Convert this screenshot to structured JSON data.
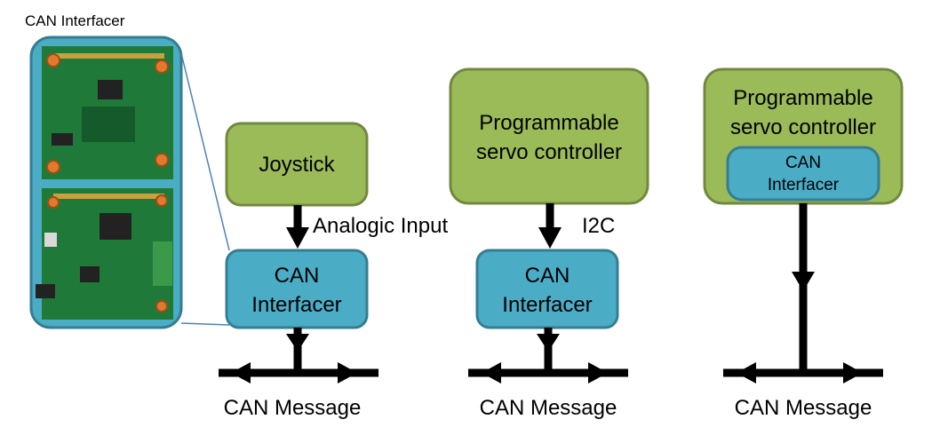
{
  "inset": {
    "caption": "CAN Interfacer"
  },
  "diagram_1": {
    "source_label": "Joystick",
    "link_label": "Analogic Input",
    "interfacer_line1": "CAN",
    "interfacer_line2": "Interfacer",
    "bus_label": "CAN Message"
  },
  "diagram_2": {
    "source_line1": "Programmable",
    "source_line2": "servo controller",
    "link_label": "I2C",
    "interfacer_line1": "CAN",
    "interfacer_line2": "Interfacer",
    "bus_label": "CAN Message"
  },
  "diagram_3": {
    "source_line1": "Programmable",
    "source_line2": "servo controller",
    "interfacer_line1": "CAN",
    "interfacer_line2": "Interfacer",
    "bus_label": "CAN Message"
  },
  "colors": {
    "device_fill": "#9bbb59",
    "interfacer_fill": "#4bacc6",
    "bus": "#000000"
  }
}
